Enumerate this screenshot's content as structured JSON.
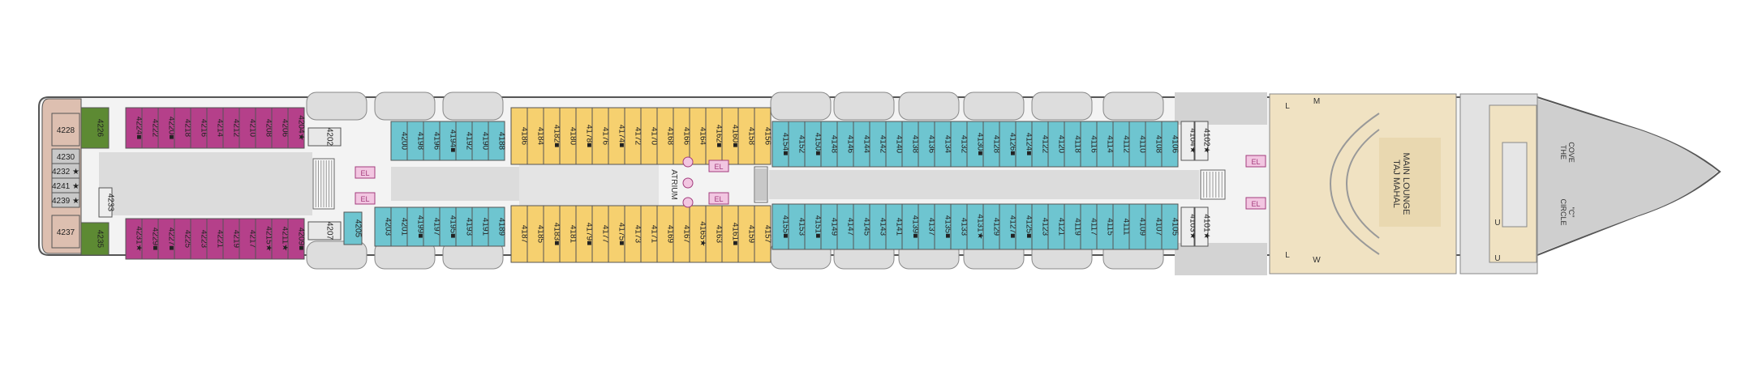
{
  "colors": {
    "hull_outline": "#555555",
    "magenta": "#b5408a",
    "yellow": "#f6d06f",
    "teal": "#6ec5d0",
    "green": "#5d8a33",
    "pink_beige": "#ddbfb0",
    "lounge": "#f0e2c2",
    "corridor": "#dcdcdc",
    "gray_room": "#d3d3d3",
    "bow_gray": "#cfcfcf",
    "lifeboat": "#dddddd"
  },
  "labels": {
    "atrium": "ATRIUM",
    "main_lounge_line1": "TAJ MAHAL",
    "main_lounge_line2": "MAIN LOUNGE",
    "cove_line1": "THE",
    "cove_line2": "COVE",
    "circle_line1": "CIRCLE",
    "circle_line2": "\"C\""
  },
  "aft_cabins": {
    "green_top": "4226",
    "green_bottom": "4235",
    "stern": [
      "4228",
      "4230",
      "4232 ★",
      "4241 ★",
      "4239 ★",
      "4237"
    ],
    "center": "4233"
  },
  "magenta_top": [
    "4224■",
    "4222",
    "4220■",
    "4218",
    "4216",
    "4214",
    "4212",
    "4210",
    "4208",
    "4206",
    "4204★"
  ],
  "magenta_bottom": [
    "4231★",
    "4229■",
    "4227■",
    "4225",
    "4223",
    "4221",
    "4219",
    "4217",
    "4215★",
    "4211★",
    "4209■"
  ],
  "small_cabins": {
    "top_left": "4202",
    "bottom_left": "4207",
    "bottom_mid": "4205"
  },
  "teal_aft_top": [
    "4200",
    "4198",
    "4196",
    "4194■",
    "4192",
    "4190",
    "4188"
  ],
  "teal_aft_bottom": [
    "4203",
    "4201",
    "4199■",
    "4197",
    "4195■",
    "4193",
    "4191",
    "4189"
  ],
  "yellow_top": [
    "4186",
    "4184",
    "4182■",
    "4180",
    "4178■",
    "4176",
    "4174■",
    "4172",
    "4170",
    "4168",
    "4166",
    "4164",
    "4162■",
    "4160■",
    "4158",
    "4156"
  ],
  "yellow_bottom": [
    "4187",
    "4185",
    "4183■",
    "4181",
    "4179■",
    "4177",
    "4175■",
    "4173",
    "4171",
    "4169",
    "4167",
    "4165★",
    "4163",
    "4161■",
    "4159",
    "4157"
  ],
  "teal_fwd_top": [
    "4154■",
    "4152",
    "4150■",
    "4148",
    "4146",
    "4144",
    "4142",
    "4140",
    "4138",
    "4136",
    "4134",
    "4132",
    "4130■",
    "4128",
    "4126■",
    "4124■",
    "4122",
    "4120",
    "4118",
    "4116",
    "4114",
    "4112",
    "4110",
    "4108",
    "4106"
  ],
  "teal_fwd_bottom": [
    "4155■",
    "4153",
    "4151■",
    "4149",
    "4147",
    "4145",
    "4143",
    "4141",
    "4139■",
    "4137",
    "4135■",
    "4133",
    "4131★",
    "4129",
    "4127■",
    "4125■",
    "4123",
    "4121",
    "4119",
    "4117",
    "4115",
    "4111",
    "4109",
    "4107",
    "4105"
  ],
  "fwd_small": {
    "top1": "4104★",
    "top2": "4102★",
    "bottom1": "4103★",
    "bottom2": "4101★"
  },
  "symbols": {
    "elevator": "EL",
    "lift": "L",
    "men": "M",
    "women": "W",
    "unisex": "U"
  }
}
